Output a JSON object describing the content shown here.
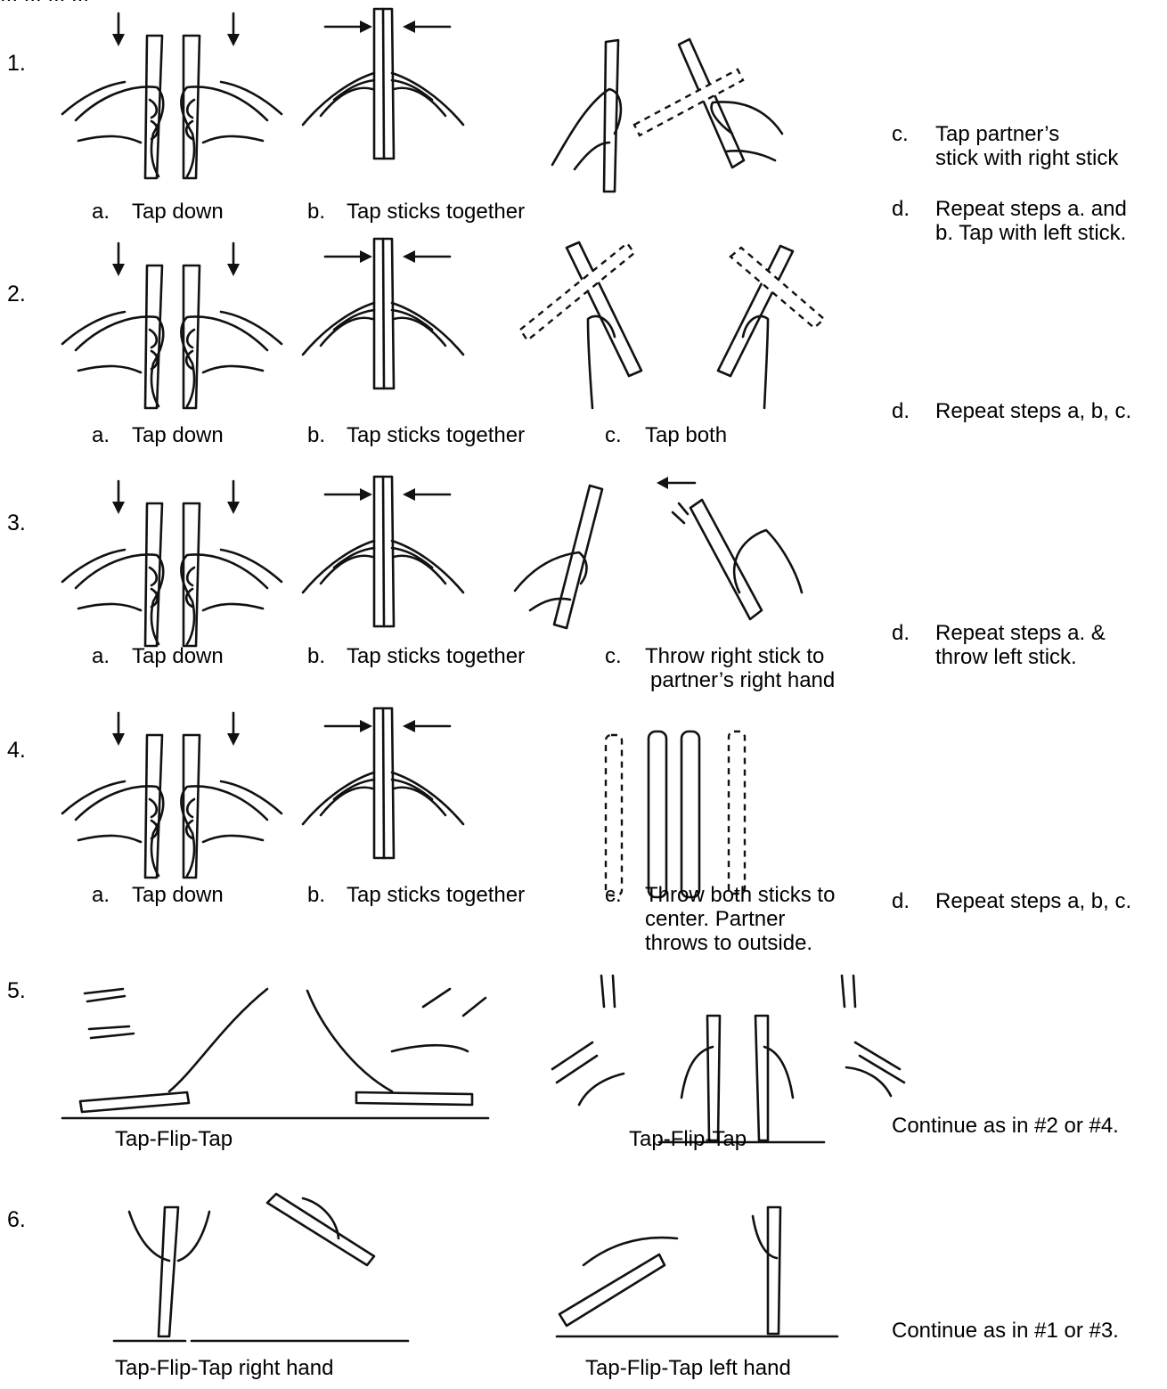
{
  "header_fragment": "... ... ... ...",
  "rows": [
    {
      "number": "1.",
      "labels": {
        "a": {
          "letter": "a.",
          "text": "Tap down"
        },
        "b": {
          "letter": "b.",
          "text": "Tap sticks together"
        }
      },
      "side": {
        "c": {
          "letter": "c.",
          "line1": "Tap partner’s",
          "line2": "stick with right stick"
        },
        "d": {
          "letter": "d.",
          "line1": "Repeat steps a. and",
          "line2": "b.  Tap with left stick."
        }
      }
    },
    {
      "number": "2.",
      "labels": {
        "a": {
          "letter": "a.",
          "text": "Tap down"
        },
        "b": {
          "letter": "b.",
          "text": "Tap sticks together"
        },
        "c": {
          "letter": "c.",
          "text": "Tap both"
        }
      },
      "side": {
        "d": {
          "letter": "d.",
          "line1": "Repeat steps a, b, c."
        }
      }
    },
    {
      "number": "3.",
      "labels": {
        "a": {
          "letter": "a.",
          "text": "Tap down"
        },
        "b": {
          "letter": "b.",
          "text": "Tap sticks together"
        },
        "c": {
          "letter": "c.",
          "line1": "Throw right stick to",
          "line2": "partner’s right hand"
        }
      },
      "side": {
        "d": {
          "letter": "d.",
          "line1": "Repeat steps a. &",
          "line2": "throw left stick."
        }
      }
    },
    {
      "number": "4.",
      "labels": {
        "a": {
          "letter": "a.",
          "text": "Tap down"
        },
        "b": {
          "letter": "b.",
          "text": "Tap sticks together"
        },
        "c": {
          "letter": "c.",
          "line1": "Throw both sticks to",
          "line2": "center. Partner",
          "line3": "throws to outside."
        }
      },
      "side": {
        "d": {
          "letter": "d.",
          "line1": "Repeat steps a, b, c."
        }
      }
    },
    {
      "number": "5.",
      "captions": {
        "left": "Tap-Flip-Tap",
        "right": "Tap-Flip-Tap"
      },
      "note": "Continue as in #2 or #4."
    },
    {
      "number": "6.",
      "captions": {
        "left": "Tap-Flip-Tap right hand",
        "right": "Tap-Flip-Tap left hand"
      },
      "note": "Continue as in #1 or #3."
    }
  ]
}
